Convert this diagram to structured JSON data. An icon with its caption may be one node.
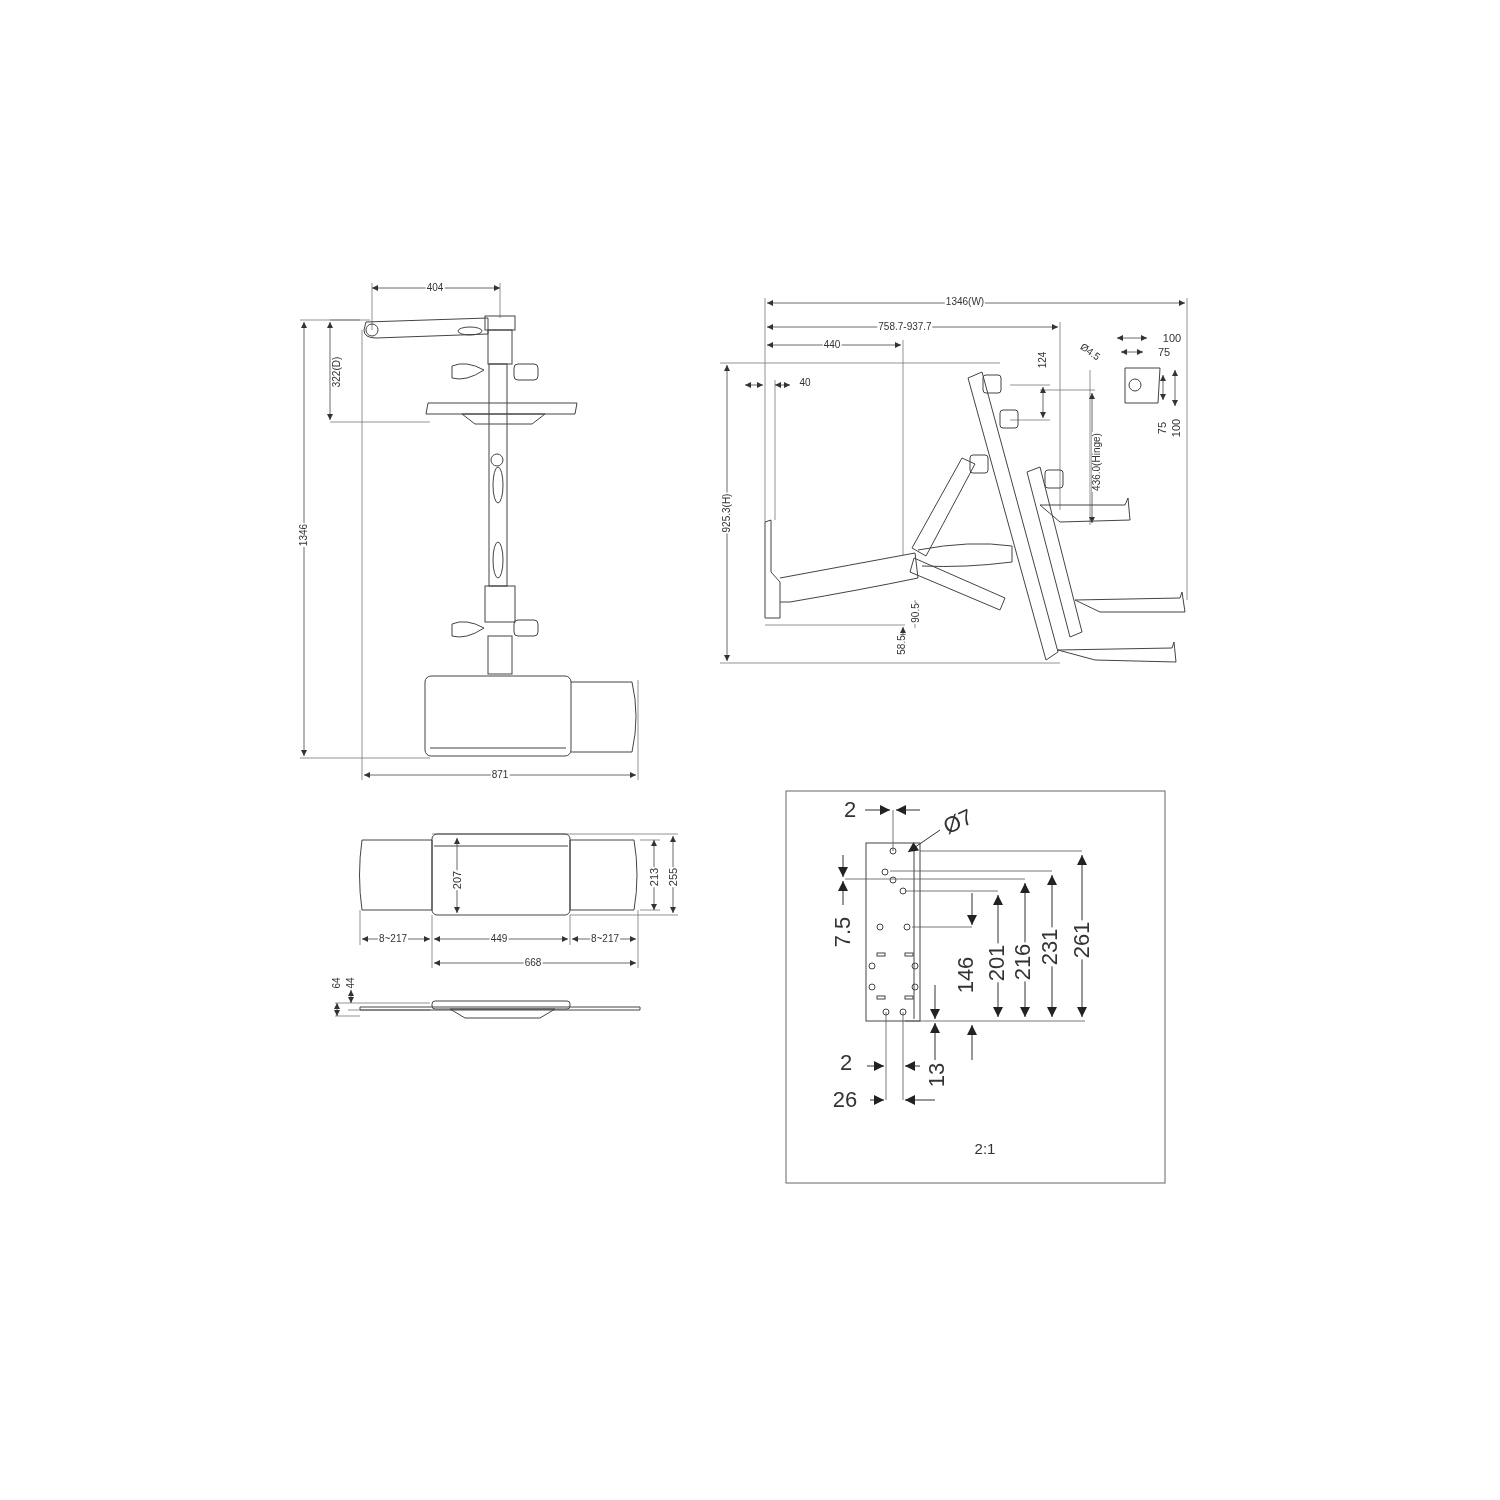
{
  "diagram": {
    "labels": [
      "404",
      "322(D)",
      "1346",
      "871",
      "1346(W)",
      "758.7-937.7",
      "440",
      "40",
      "925.3(H)",
      "124",
      "Ø4.5",
      "100",
      "75",
      "75",
      "100",
      "436.0(Hinge)",
      "58.5",
      "90.5",
      "207",
      "213",
      "255",
      "8~217",
      "449",
      "8~217",
      "668",
      "64",
      "44",
      "2",
      "Ø7",
      "7.5",
      "146",
      "201",
      "216",
      "231",
      "261",
      "2",
      "13",
      "26",
      "2:1"
    ]
  }
}
